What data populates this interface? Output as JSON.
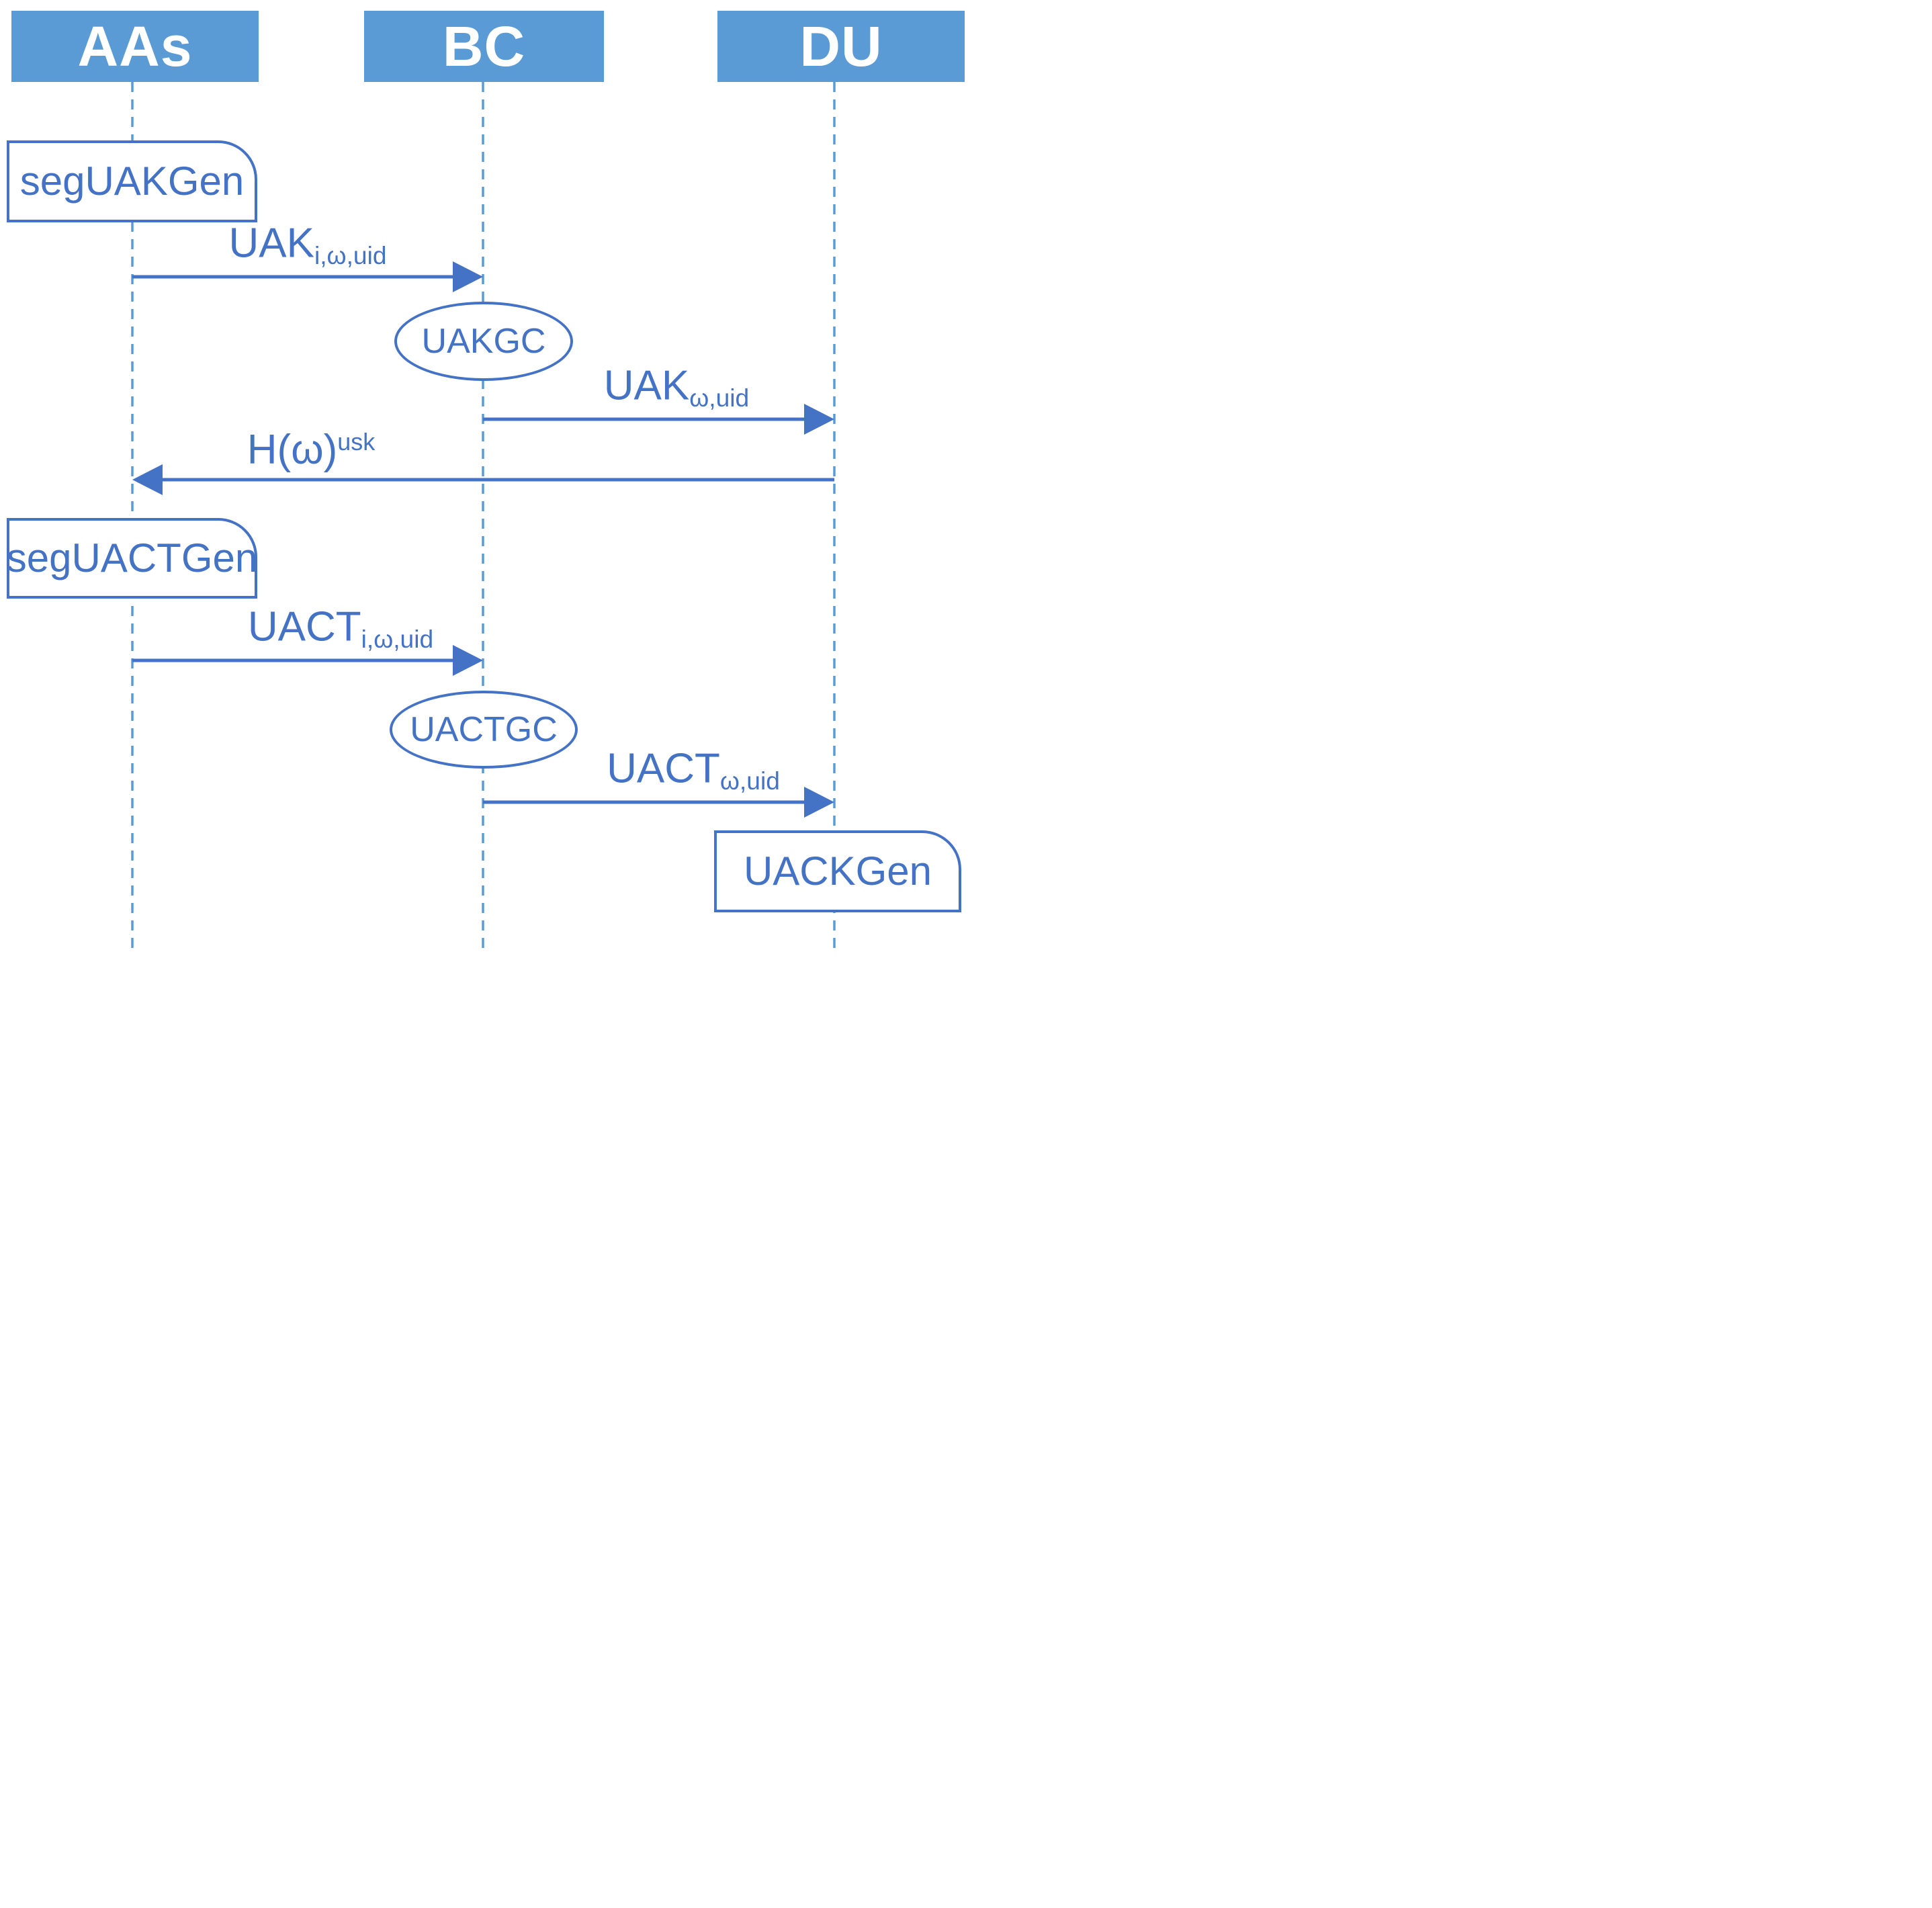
{
  "diagram": {
    "type": "sequence-diagram",
    "colors": {
      "actor_header_fill": "#5B9BD5",
      "actor_header_text": "#ffffff",
      "lifeline": "#5B9BD5",
      "line_accent": "#4472C4",
      "shape_fill": "#ffffff",
      "background": "#ffffff"
    },
    "actors": [
      {
        "id": "aas",
        "label": "AAs"
      },
      {
        "id": "bc",
        "label": "BC"
      },
      {
        "id": "du",
        "label": "DU"
      }
    ],
    "process_boxes": [
      {
        "on_lifeline": "AAs",
        "label": "segUAKGen"
      },
      {
        "on_lifeline": "AAs",
        "label": "segUACTGen"
      },
      {
        "on_lifeline": "DU",
        "label": "UACKGen"
      }
    ],
    "ellipses": [
      {
        "on_lifeline": "BC",
        "label": "UAKGC"
      },
      {
        "on_lifeline": "BC",
        "label": "UACTGC"
      }
    ],
    "messages": [
      {
        "from": "AAs",
        "to": "BC",
        "main": "UAK",
        "sub": "i,ω,uid"
      },
      {
        "from": "BC",
        "to": "DU",
        "main": "UAK",
        "sub": "ω,uid"
      },
      {
        "from": "DU",
        "to": "AAs",
        "main": "H(ω)",
        "sup": "usk"
      },
      {
        "from": "AAs",
        "to": "BC",
        "main": "UACT",
        "sub": "i,ω,uid"
      },
      {
        "from": "BC",
        "to": "DU",
        "main": "UACT",
        "sub": "ω,uid"
      }
    ]
  }
}
